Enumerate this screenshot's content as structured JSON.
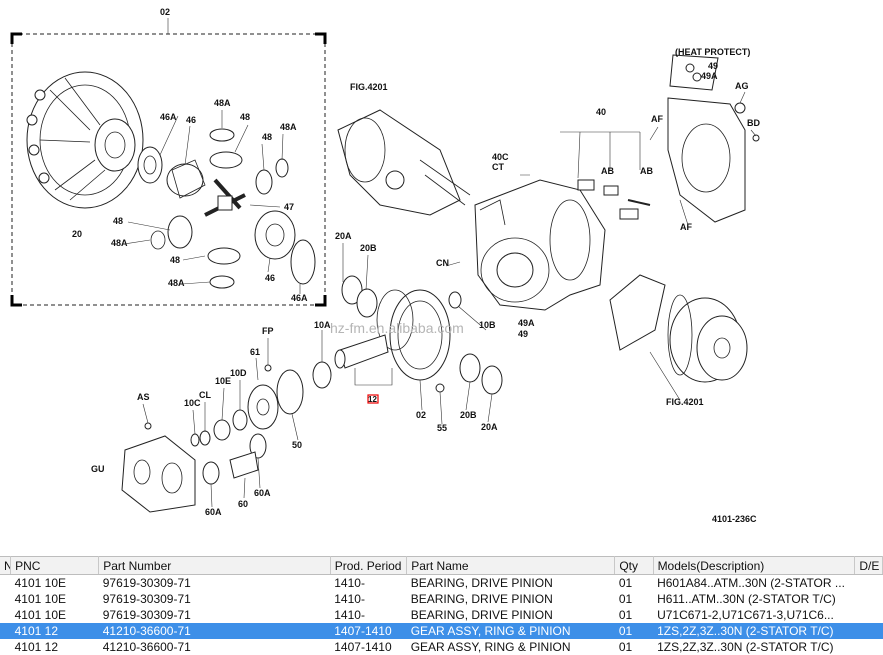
{
  "diagram": {
    "code": "4101-236C",
    "watermark": "hz-fm.en.alibaba.com",
    "callouts": {
      "02_top": "02",
      "20": "20",
      "46A_1": "46A",
      "46_1": "46",
      "48A_1": "48A",
      "48_1": "48",
      "48_2": "48",
      "48A_2": "48A",
      "47": "47",
      "48_3": "48",
      "48A_3": "48A",
      "48_4": "48",
      "48A_4": "48A",
      "46_2": "46",
      "46A_2": "46A",
      "fig_top": "FIG.4201",
      "heat_protect": "(HEAT PROTECT)",
      "49": "49",
      "49A": "49A",
      "AG": "AG",
      "BD": "BD",
      "40": "40",
      "AF_1": "AF",
      "AF_2": "AF",
      "40C": "40C",
      "CT": "CT",
      "AB_1": "AB",
      "AB_2": "AB",
      "CN": "CN",
      "20A_1": "20A",
      "20B_1": "20B",
      "10A": "10A",
      "10B": "10B",
      "49A_b": "49A",
      "49_b": "49",
      "FP": "FP",
      "61": "61",
      "10D": "10D",
      "10E": "10E",
      "CL": "CL",
      "10C": "10C",
      "AS": "AS",
      "GU": "GU",
      "50": "50",
      "60A_1": "60A",
      "60": "60",
      "60A_2": "60A",
      "12": "12",
      "02_mid": "02",
      "55": "55",
      "20B_2": "20B",
      "20A_2": "20A",
      "fig_bottom": "FIG.4201"
    }
  },
  "table": {
    "headers": [
      "N.",
      "PNC",
      "Part Number",
      "Prod. Period",
      "Part Name",
      "Qty",
      "Models(Description)",
      "D/E"
    ],
    "rows": [
      {
        "n": "",
        "pnc": "4101 10E",
        "part_number": "97619-30309-71",
        "period": "1410-",
        "name": "BEARING, DRIVE PINION",
        "qty": "01",
        "models": "H601A84..ATM..30N (2-STATOR ...",
        "de": ""
      },
      {
        "n": "",
        "pnc": "4101 10E",
        "part_number": "97619-30309-71",
        "period": "1410-",
        "name": "BEARING, DRIVE PINION",
        "qty": "01",
        "models": "H611..ATM..30N (2-STATOR T/C)",
        "de": ""
      },
      {
        "n": "",
        "pnc": "4101 10E",
        "part_number": "97619-30309-71",
        "period": "1410-",
        "name": "BEARING, DRIVE PINION",
        "qty": "01",
        "models": "U71C671-2,U71C671-3,U71C6...",
        "de": ""
      },
      {
        "n": "",
        "pnc": "4101 12",
        "part_number": "41210-36600-71",
        "period": "1407-1410",
        "name": "GEAR ASSY, RING & PINION",
        "qty": "01",
        "models": "1ZS,2Z,3Z..30N (2-STATOR T/C)",
        "de": ""
      },
      {
        "n": "",
        "pnc": "4101 12",
        "part_number": "41210-36600-71",
        "period": "1407-1410",
        "name": "GEAR ASSY, RING & PINION",
        "qty": "01",
        "models": "1ZS,2Z,3Z..30N (2-STATOR T/C)",
        "de": ""
      }
    ],
    "selected_row": 3
  }
}
